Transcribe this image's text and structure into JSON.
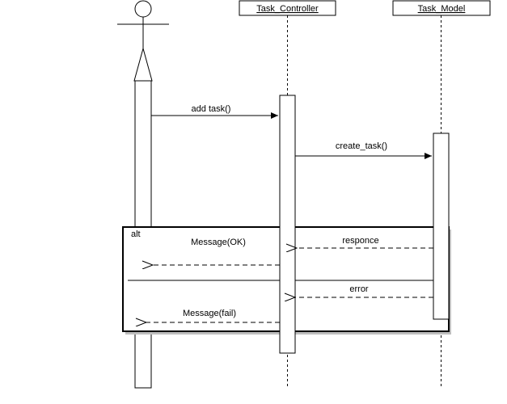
{
  "participants": {
    "controller": {
      "label": "Task_Controller"
    },
    "model": {
      "label": "Task_Model"
    }
  },
  "messages": {
    "add_task": "add task()",
    "create_task": "create_task()",
    "message_ok": "Message(OK)",
    "responce": "responce",
    "error": "error",
    "message_fail": "Message(fail)"
  },
  "fragment": {
    "operator": "alt"
  },
  "colors": {
    "line": "#000000",
    "fragment_shadow": "#bfbfbf",
    "background": "#ffffff"
  }
}
